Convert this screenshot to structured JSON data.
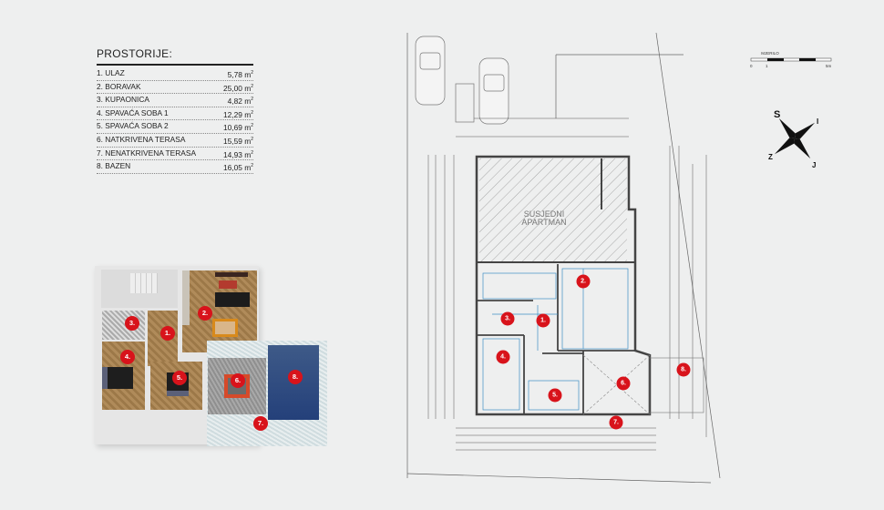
{
  "rooms_table": {
    "title": "PROSTORIJE:",
    "rows": [
      {
        "label": "1. ULAZ",
        "area": "5,78 m",
        "unit_sup": "2"
      },
      {
        "label": "2. BORAVAK",
        "area": "25,00 m",
        "unit_sup": "2"
      },
      {
        "label": "3. KUPAONICA",
        "area": "4,82 m",
        "unit_sup": "2"
      },
      {
        "label": "4. SPAVAĆA SOBA 1",
        "area": "12,29 m",
        "unit_sup": "2"
      },
      {
        "label": "5. SPAVAĆA SOBA 2",
        "area": "10,69 m",
        "unit_sup": "2"
      },
      {
        "label": "6. NATKRIVENA TERASA",
        "area": "15,59 m",
        "unit_sup": "2"
      },
      {
        "label": "7. NENATKRIVENA TERASA",
        "area": "14,93 m",
        "unit_sup": "2"
      },
      {
        "label": "8. BAZEN",
        "area": "16,05 m",
        "unit_sup": "2"
      }
    ]
  },
  "scale_bar": {
    "title": "MJERILO",
    "ticks": [
      "0",
      "1",
      "5m"
    ]
  },
  "compass": {
    "north": "S",
    "east": "I",
    "south": "J",
    "west": "Z"
  },
  "plan": {
    "neighbor_label_1": "SUSJEDNI",
    "neighbor_label_2": "APARTMAN"
  },
  "markers": [
    "1.",
    "2.",
    "3.",
    "4.",
    "5.",
    "6.",
    "7.",
    "8."
  ],
  "colors": {
    "marker": "#d8131b",
    "dimension_lines": "#3d8fc4"
  }
}
